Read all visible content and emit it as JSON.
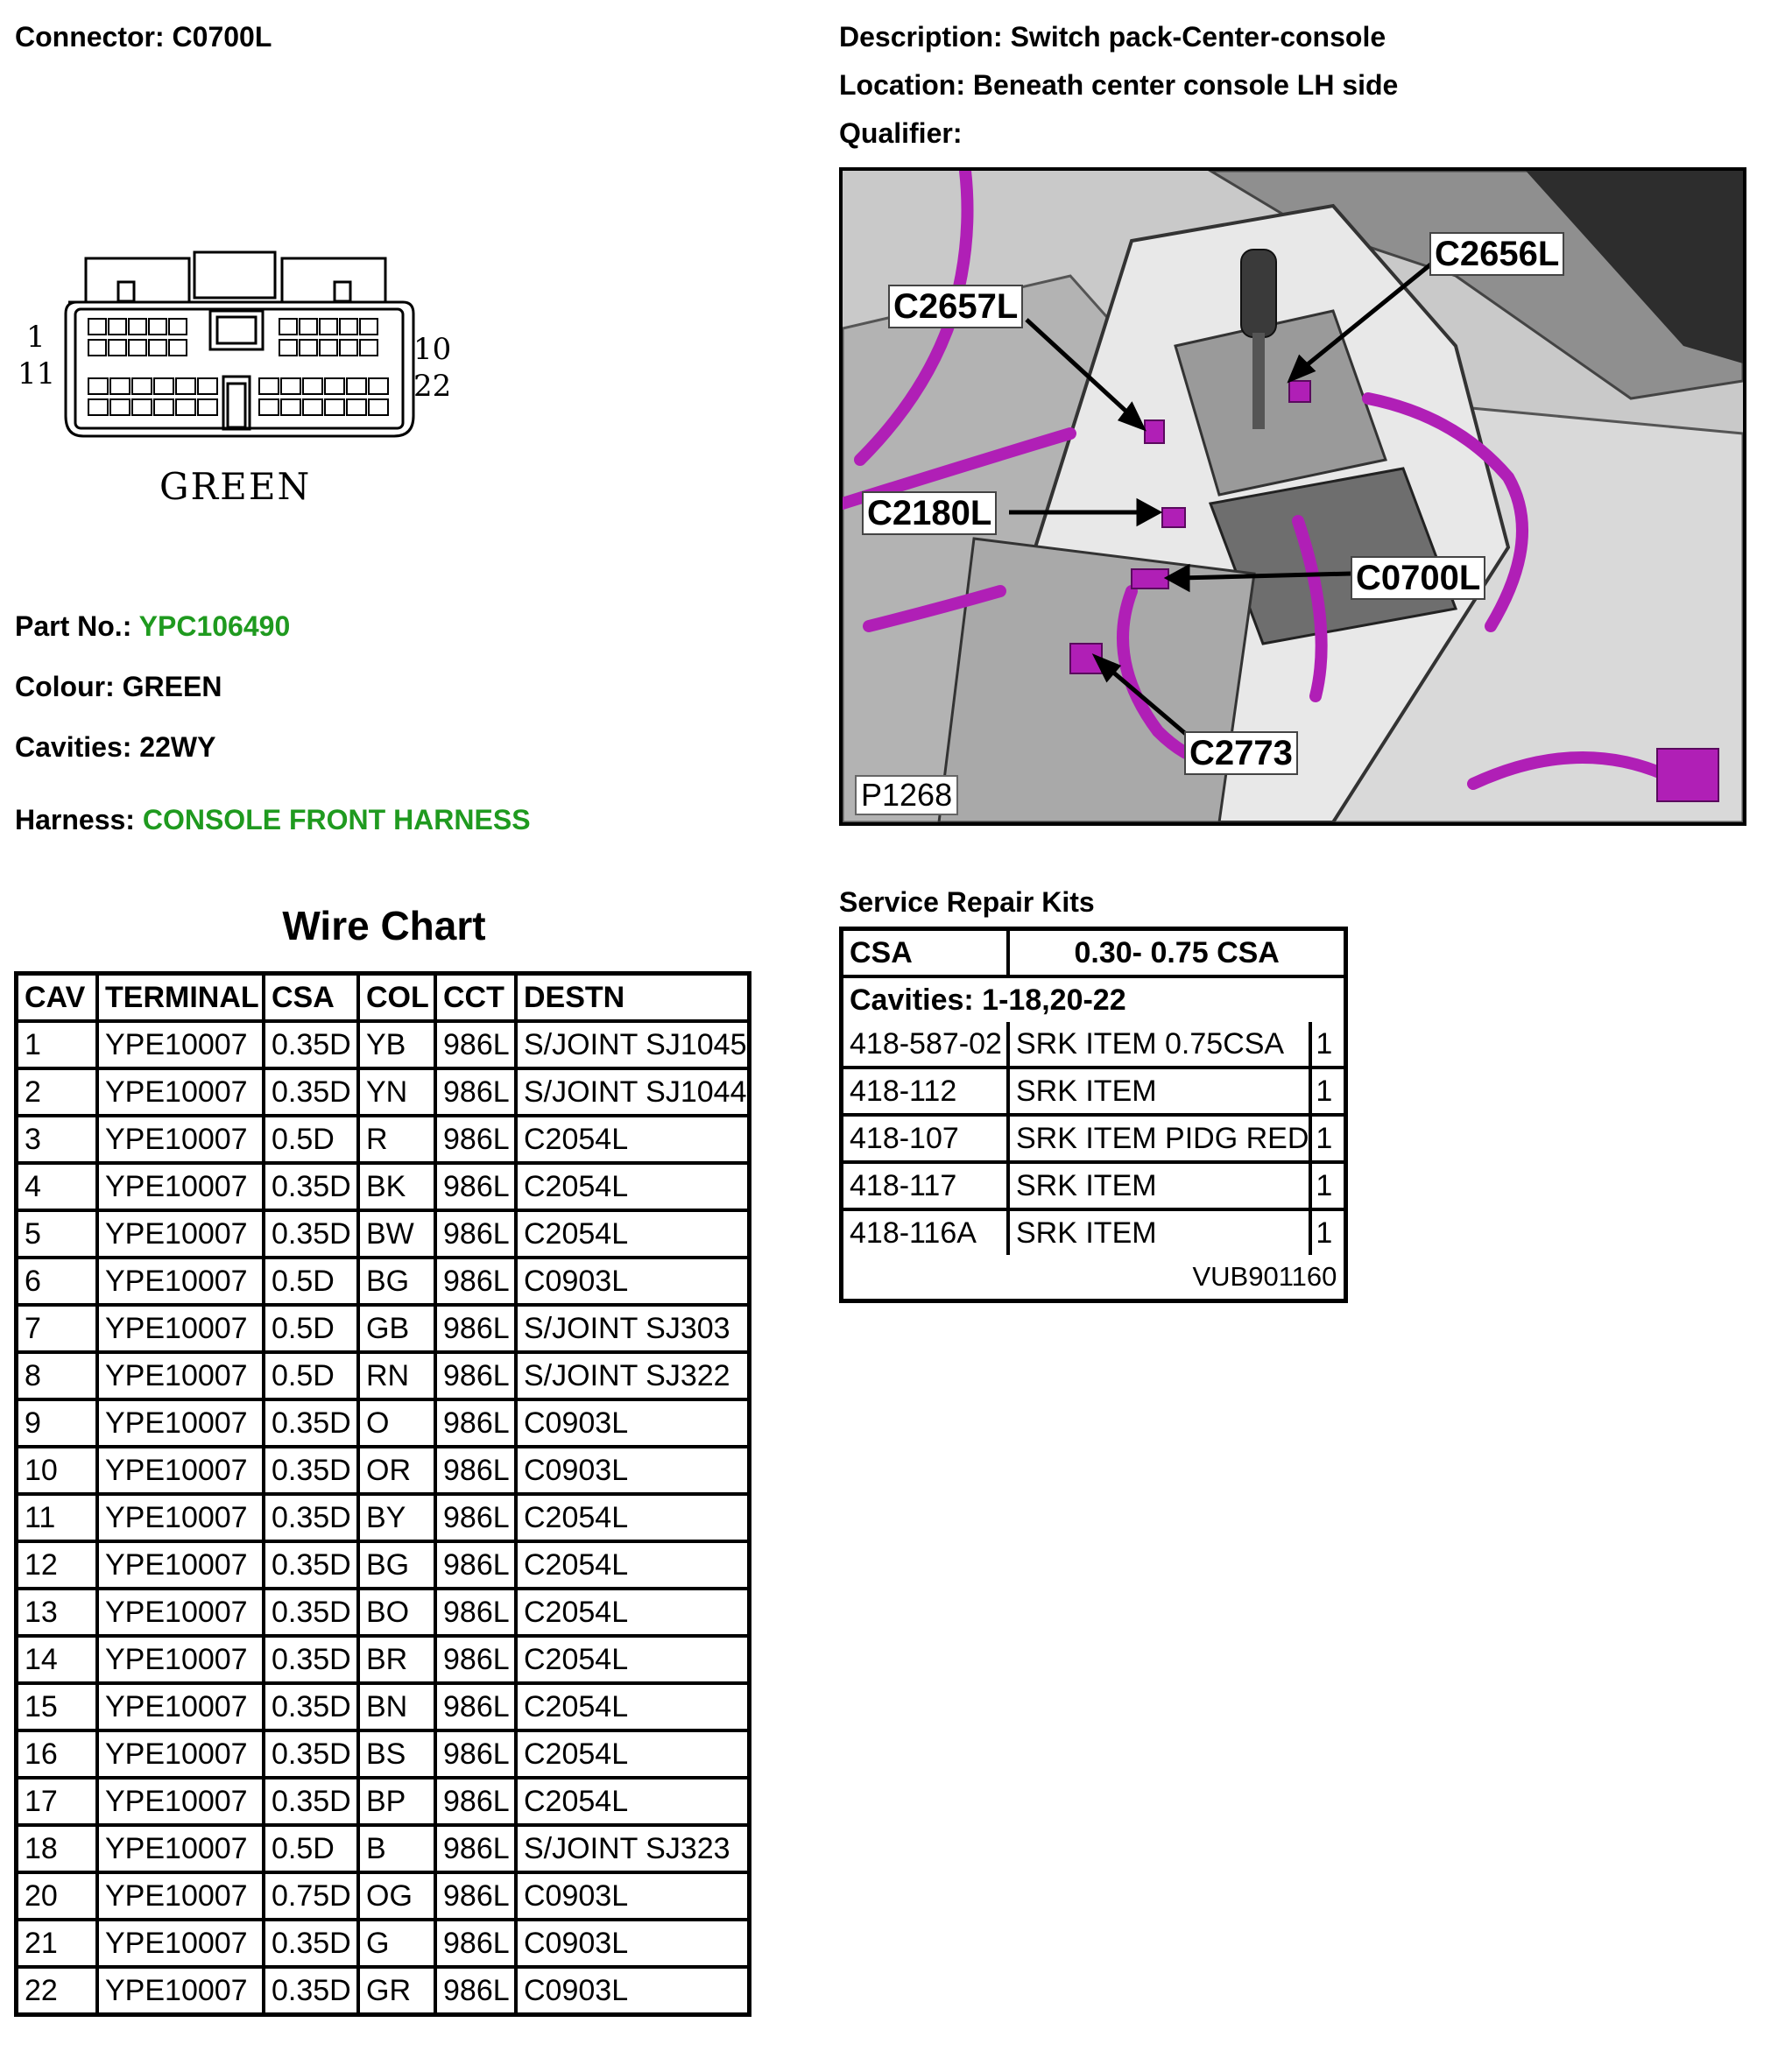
{
  "connector": {
    "label": "Connector:",
    "value": "C0700L"
  },
  "description": {
    "label": "Description:",
    "value": "Switch pack-Center-console"
  },
  "location": {
    "label": "Location:",
    "value": "Beneath center console LH side"
  },
  "qualifier": {
    "label": "Qualifier:",
    "value": ""
  },
  "connector_diagram": {
    "pin_top_left": "1",
    "pin_bottom_left": "11",
    "pin_top_right": "10",
    "pin_bottom_right": "22",
    "colour_caption": "GREEN"
  },
  "part_no": {
    "label": "Part No.:",
    "value": "YPC106490",
    "value_color": "#1f9a1f"
  },
  "colour": {
    "label": "Colour:",
    "value": "GREEN"
  },
  "cavities": {
    "label": "Cavities:",
    "value": "22WY"
  },
  "harness": {
    "label": "Harness:",
    "value": "CONSOLE FRONT HARNESS",
    "value_color": "#1f9a1f"
  },
  "photo": {
    "callouts": [
      "C2657L",
      "C2656L",
      "C2180L",
      "C0700L",
      "C2773"
    ],
    "figure_id": "P1268",
    "highlight_color": "#b01fb6"
  },
  "wire_chart": {
    "title": "Wire Chart",
    "columns": [
      "CAV",
      "TERMINAL",
      "CSA",
      "COL",
      "CCT",
      "DESTN"
    ],
    "rows": [
      [
        "1",
        "YPE10007",
        "0.35D",
        "YB",
        "986L",
        "S/JOINT SJ1045"
      ],
      [
        "2",
        "YPE10007",
        "0.35D",
        "YN",
        "986L",
        "S/JOINT SJ1044"
      ],
      [
        "3",
        "YPE10007",
        "0.5D",
        "R",
        "986L",
        "C2054L"
      ],
      [
        "4",
        "YPE10007",
        "0.35D",
        "BK",
        "986L",
        "C2054L"
      ],
      [
        "5",
        "YPE10007",
        "0.35D",
        "BW",
        "986L",
        "C2054L"
      ],
      [
        "6",
        "YPE10007",
        "0.5D",
        "BG",
        "986L",
        "C0903L"
      ],
      [
        "7",
        "YPE10007",
        "0.5D",
        "GB",
        "986L",
        "S/JOINT SJ303"
      ],
      [
        "8",
        "YPE10007",
        "0.5D",
        "RN",
        "986L",
        "S/JOINT SJ322"
      ],
      [
        "9",
        "YPE10007",
        "0.35D",
        "O",
        "986L",
        "C0903L"
      ],
      [
        "10",
        "YPE10007",
        "0.35D",
        "OR",
        "986L",
        "C0903L"
      ],
      [
        "11",
        "YPE10007",
        "0.35D",
        "BY",
        "986L",
        "C2054L"
      ],
      [
        "12",
        "YPE10007",
        "0.35D",
        "BG",
        "986L",
        "C2054L"
      ],
      [
        "13",
        "YPE10007",
        "0.35D",
        "BO",
        "986L",
        "C2054L"
      ],
      [
        "14",
        "YPE10007",
        "0.35D",
        "BR",
        "986L",
        "C2054L"
      ],
      [
        "15",
        "YPE10007",
        "0.35D",
        "BN",
        "986L",
        "C2054L"
      ],
      [
        "16",
        "YPE10007",
        "0.35D",
        "BS",
        "986L",
        "C2054L"
      ],
      [
        "17",
        "YPE10007",
        "0.35D",
        "BP",
        "986L",
        "C2054L"
      ],
      [
        "18",
        "YPE10007",
        "0.5D",
        "B",
        "986L",
        "S/JOINT SJ323"
      ],
      [
        "20",
        "YPE10007",
        "0.75D",
        "OG",
        "986L",
        "C0903L"
      ],
      [
        "21",
        "YPE10007",
        "0.35D",
        "G",
        "986L",
        "C0903L"
      ],
      [
        "22",
        "YPE10007",
        "0.35D",
        "GR",
        "986L",
        "C0903L"
      ]
    ]
  },
  "service_repair_kits": {
    "title": "Service Repair Kits",
    "csa_label": "CSA",
    "csa_range": "0.30- 0.75 CSA",
    "cavities_line": "Cavities: 1-18,20-22",
    "items": [
      [
        "418-587-02",
        "SRK ITEM 0.75CSA",
        "1"
      ],
      [
        "418-112",
        "SRK ITEM",
        "1"
      ],
      [
        "418-107",
        "SRK ITEM PIDG RED",
        "1"
      ],
      [
        "418-117",
        "SRK ITEM",
        "1"
      ],
      [
        "418-116A",
        "SRK ITEM",
        "1"
      ]
    ],
    "kit_number": "VUB901160"
  }
}
